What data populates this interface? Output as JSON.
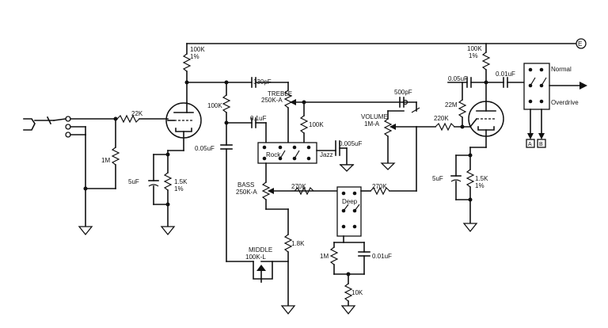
{
  "labels": {
    "r_plate1": "100K",
    "r_plate1_tol": "1%",
    "c_treble": "330pF",
    "treble_pot": "TREBLE",
    "treble_pot_val": "250K-A",
    "r_100k_a": "100K",
    "c_01uf_a": "0.1uF",
    "c_005uf": "0.05uF",
    "r_100k_b": "100K",
    "c_0005uf": "0.005uF",
    "rock": "Rock",
    "jazz": "Jazz",
    "c_500pf": "500pF",
    "volume_pot": "VOLUME",
    "volume_pot_val": "1M-A",
    "r_22m": "22M",
    "r_220k": "220K",
    "c_005uf_b": "0.05uF",
    "c_001uf": "0.01uF",
    "r_plate2": "100K",
    "r_plate2_tol": "1%",
    "normal": "Normal",
    "overdrive": "Overdrive",
    "term_a": "A",
    "term_b": "B",
    "r_22k": "22K",
    "r_1m_grid": "1M",
    "c_5uf_1": "5uF",
    "r_cath1": "1.5K",
    "r_cath1_tol": "1%",
    "bass_pot": "BASS",
    "bass_pot_val": "250K-A",
    "r_270k_a": "270K",
    "r_270k_b": "270K",
    "deep": "Deep",
    "c_5uf_2": "5uF",
    "r_cath2": "1.5K",
    "r_cath2_tol": "1%",
    "r_18k": "1.8K",
    "middle_pot": "MIDDLE",
    "middle_pot_val": "100K-L",
    "r_1m_deep": "1M",
    "c_001uf_b": "0.01uF",
    "r_10k": "10K",
    "supply": "E"
  }
}
